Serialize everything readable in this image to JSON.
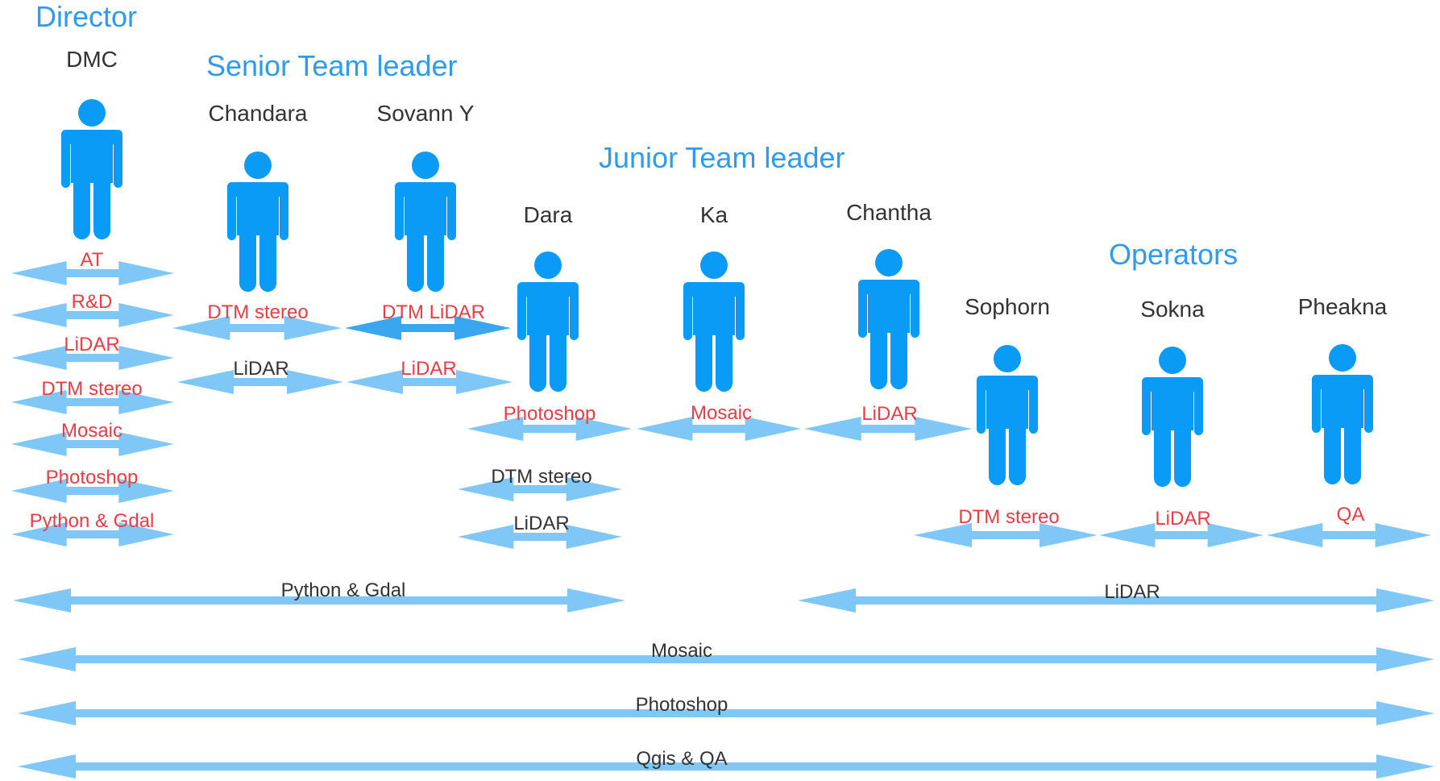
{
  "colors": {
    "heading": "#2f9bf0",
    "name": "#333333",
    "skill_red": "#ef3b44",
    "skill_dark": "#333333",
    "person": "#0a9bf7",
    "arrow": "#7fc7f7",
    "arrow_dark": "#3aa6ef"
  },
  "icons": {
    "person": "person-icon",
    "arrow": "double-arrow-icon"
  },
  "headings": {
    "director": "Director",
    "senior": "Senior Team leader",
    "junior": "Junior Team leader",
    "operators": "Operators"
  },
  "people": [
    {
      "name": "DMC",
      "role": "director",
      "skills": [
        "AT",
        "R&D",
        "LiDAR",
        "DTM stereo",
        "Mosaic",
        "Photoshop",
        "Python & Gdal"
      ]
    },
    {
      "name": "Chandara",
      "role": "senior",
      "skills": [
        "DTM stereo",
        "LiDAR"
      ]
    },
    {
      "name": "Sovann Y",
      "role": "senior",
      "skills": [
        "DTM LiDAR",
        "LiDAR"
      ]
    },
    {
      "name": "Dara",
      "role": "junior",
      "skills": [
        "Photoshop",
        "DTM stereo",
        "LiDAR"
      ]
    },
    {
      "name": "Ka",
      "role": "junior",
      "skills": [
        "Mosaic"
      ]
    },
    {
      "name": "Chantha",
      "role": "junior",
      "skills": [
        "LiDAR"
      ]
    },
    {
      "name": "Sophorn",
      "role": "operator",
      "skills": [
        "DTM stereo"
      ]
    },
    {
      "name": "Sokna",
      "role": "operator",
      "skills": [
        "LiDAR"
      ]
    },
    {
      "name": "Pheakna",
      "role": "operator",
      "skills": [
        "QA"
      ]
    }
  ],
  "shared_skills": [
    "Python & Gdal",
    "LiDAR",
    "Mosaic",
    "Photoshop",
    "Qgis & QA"
  ]
}
